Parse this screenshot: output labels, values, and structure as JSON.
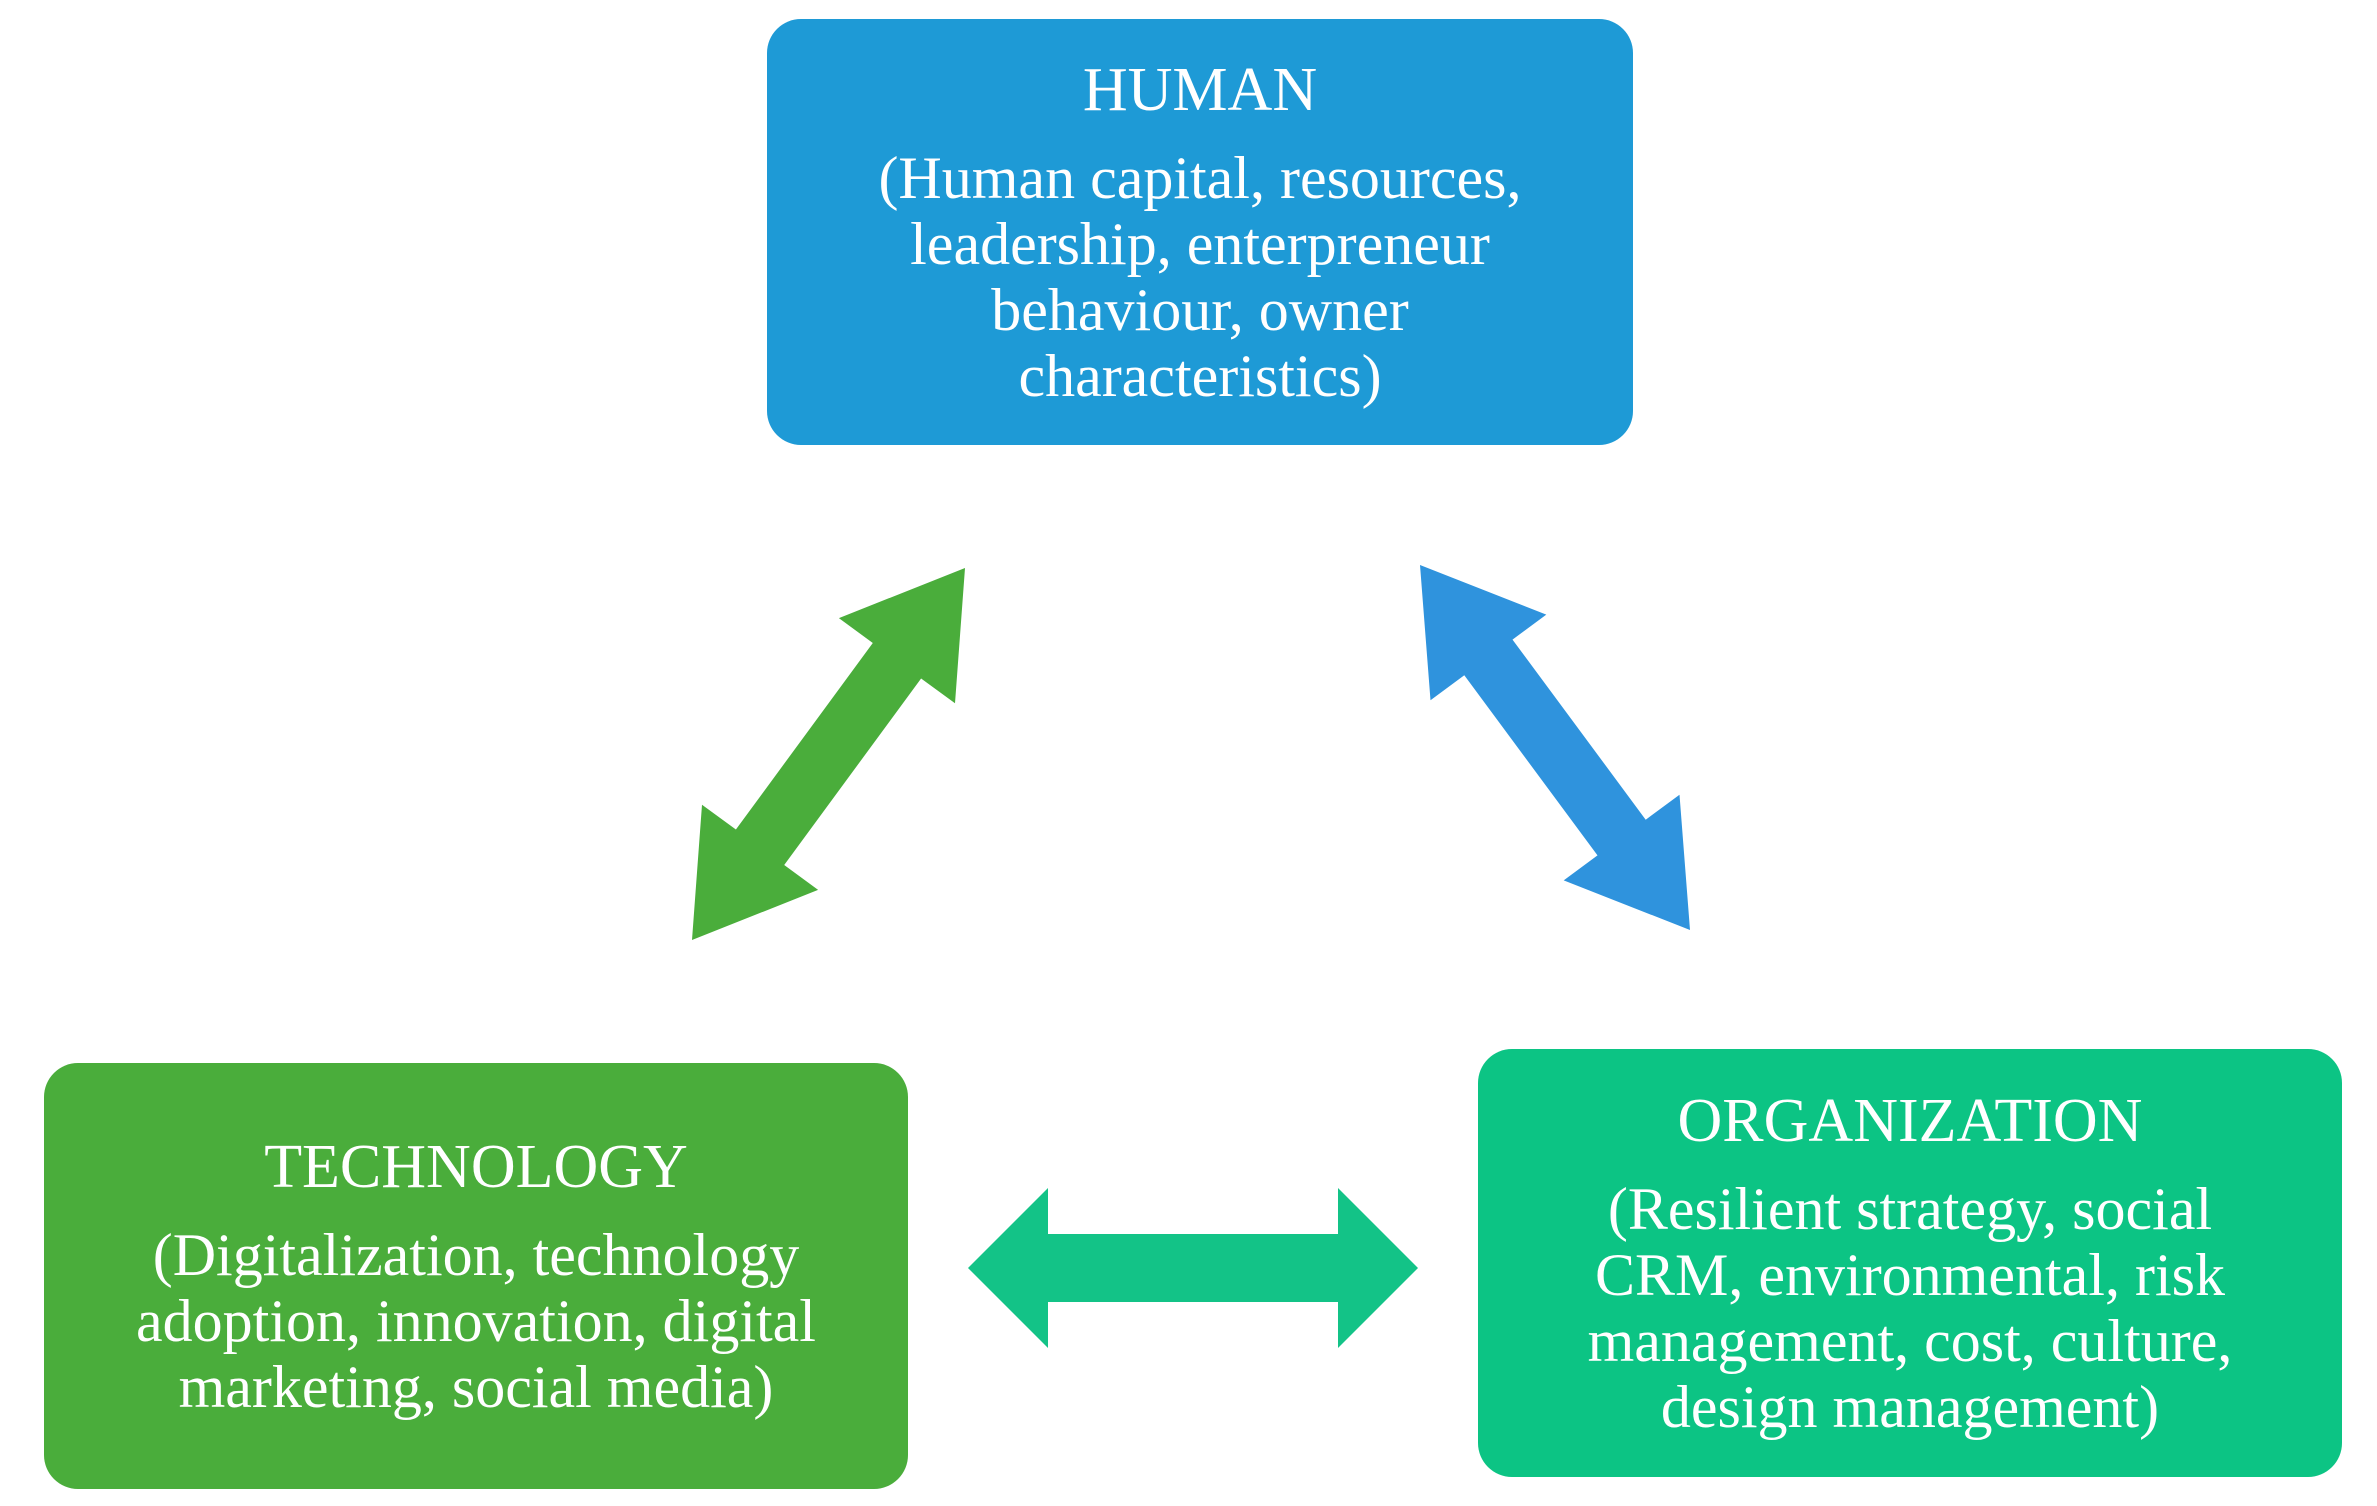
{
  "colors": {
    "human": "#1e9ad6",
    "technology": "#4aad3b",
    "organization": "#0cc484",
    "arrow_human_technology": "#4aad3b",
    "arrow_human_organization": "#2f93dd",
    "arrow_technology_organization": "#13c387"
  },
  "nodes": {
    "human": {
      "title": "HUMAN",
      "lines": [
        "(Human capital, resources,",
        "leadership, enterpreneur",
        "behaviour, owner",
        "characteristics)"
      ]
    },
    "technology": {
      "title": "TECHNOLOGY",
      "lines": [
        "(Digitalization, technology",
        "adoption, innovation, digital",
        "marketing, social media)"
      ]
    },
    "organization": {
      "title": "ORGANIZATION",
      "lines": [
        "(Resilient strategy, social",
        "CRM, environmental, risk",
        "management, cost, culture,",
        "design management)"
      ]
    }
  },
  "edges": [
    {
      "from": "human",
      "to": "technology",
      "type": "bidirectional"
    },
    {
      "from": "human",
      "to": "organization",
      "type": "bidirectional"
    },
    {
      "from": "technology",
      "to": "organization",
      "type": "bidirectional"
    }
  ]
}
